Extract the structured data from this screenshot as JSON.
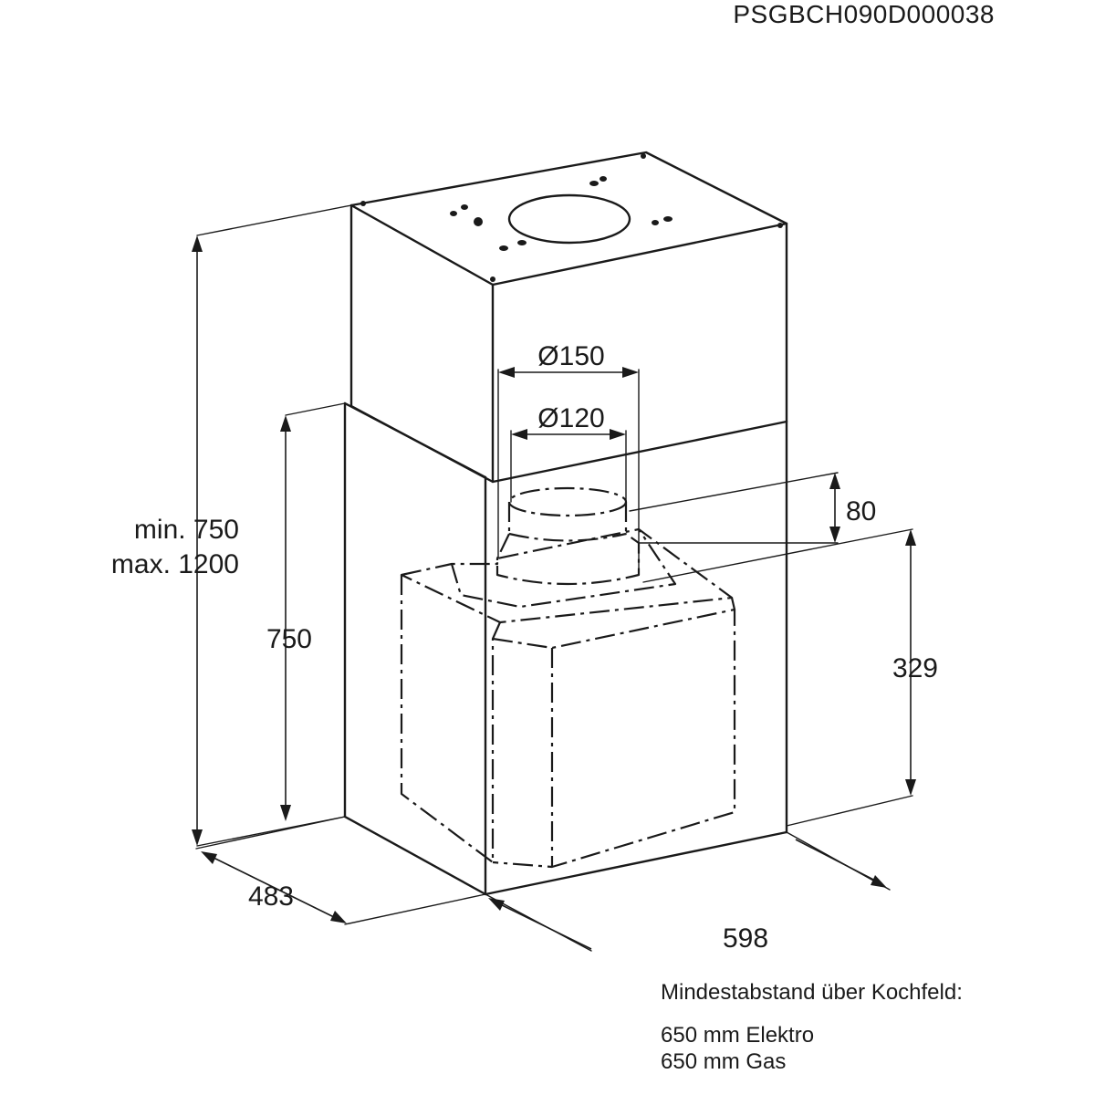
{
  "document_code": "PSGBCH090D000038",
  "dimensions": {
    "height_range_min": "min. 750",
    "height_range_max": "max. 1200",
    "lower_height": "750",
    "duct_outer": "Ø150",
    "duct_inner": "Ø120",
    "collar_height": "80",
    "hood_height": "329",
    "depth": "483",
    "width": "598"
  },
  "notes": {
    "heading": "Mindestabstand über Kochfeld:",
    "electric": "650 mm Elektro",
    "gas": "650 mm Gas"
  }
}
